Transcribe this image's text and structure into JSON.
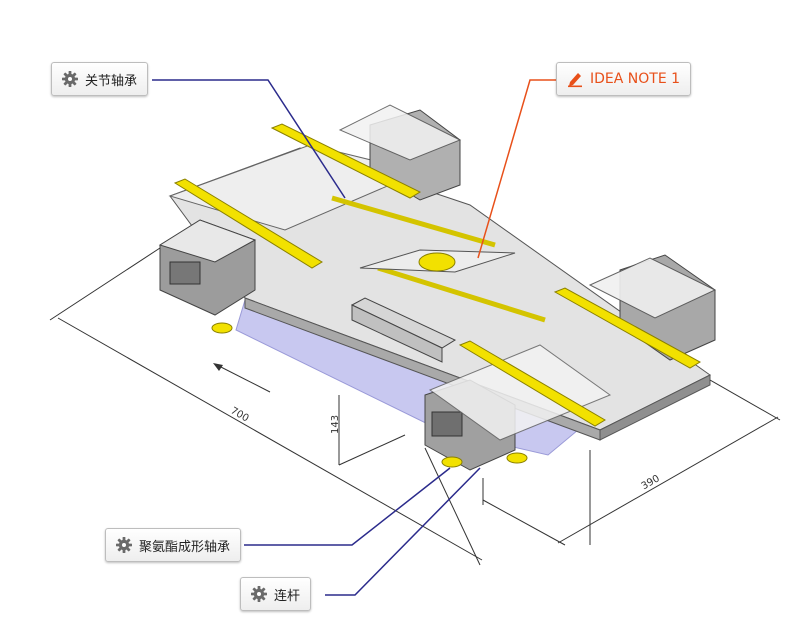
{
  "callouts": {
    "joint_bearing": {
      "label": "关节轴承",
      "icon": "gear-icon"
    },
    "idea_note": {
      "label": "IDEA NOTE 1",
      "icon": "pencil-icon",
      "color": "#e8501a"
    },
    "polyamide_bearing": {
      "label": "聚氨酯成形轴承",
      "icon": "gear-icon"
    },
    "link_rod": {
      "label": "连杆",
      "icon": "gear-icon"
    }
  },
  "dimensions": {
    "length": "700",
    "height": "143",
    "width": "390"
  },
  "colors": {
    "leader_line": "#2b2b8c",
    "note_leader": "#e8501a",
    "plate": "#e3e3e3",
    "yellow_part": "#f2e100",
    "base_shadow": "#c8c8f0"
  }
}
